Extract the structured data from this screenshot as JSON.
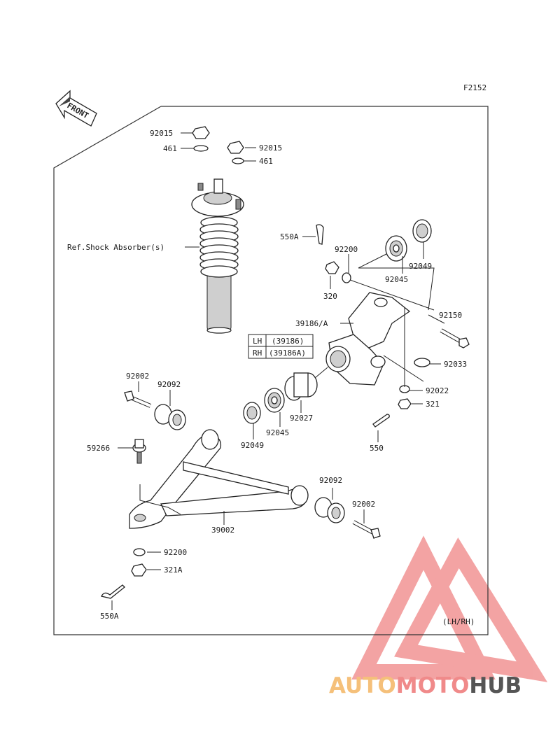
{
  "figure_code": "F2152",
  "front_arrow_label": "FRONT",
  "note_lhrh": "(LH/RH)",
  "ref_shock_label": "Ref.Shock Absorber(s)",
  "table": {
    "rows": [
      {
        "side": "LH",
        "part": "(39186)"
      },
      {
        "side": "RH",
        "part": "(39186A)"
      }
    ]
  },
  "callouts": [
    "92015",
    "461",
    "92015",
    "461",
    "550A",
    "92200",
    "320",
    "92049",
    "92045",
    "39186/A",
    "92150",
    "92033",
    "92022",
    "321",
    "92027",
    "92045",
    "92049",
    "550",
    "92002",
    "92092",
    "59266",
    "92092",
    "92002",
    "39002",
    "92200",
    "321A",
    "550A"
  ],
  "watermark": {
    "parts": [
      "AUTO",
      "MOTO",
      "HUB"
    ],
    "colors": [
      "#f5c07a",
      "#f08a8a",
      "#555555"
    ],
    "logo_color": "#f28b8b"
  }
}
